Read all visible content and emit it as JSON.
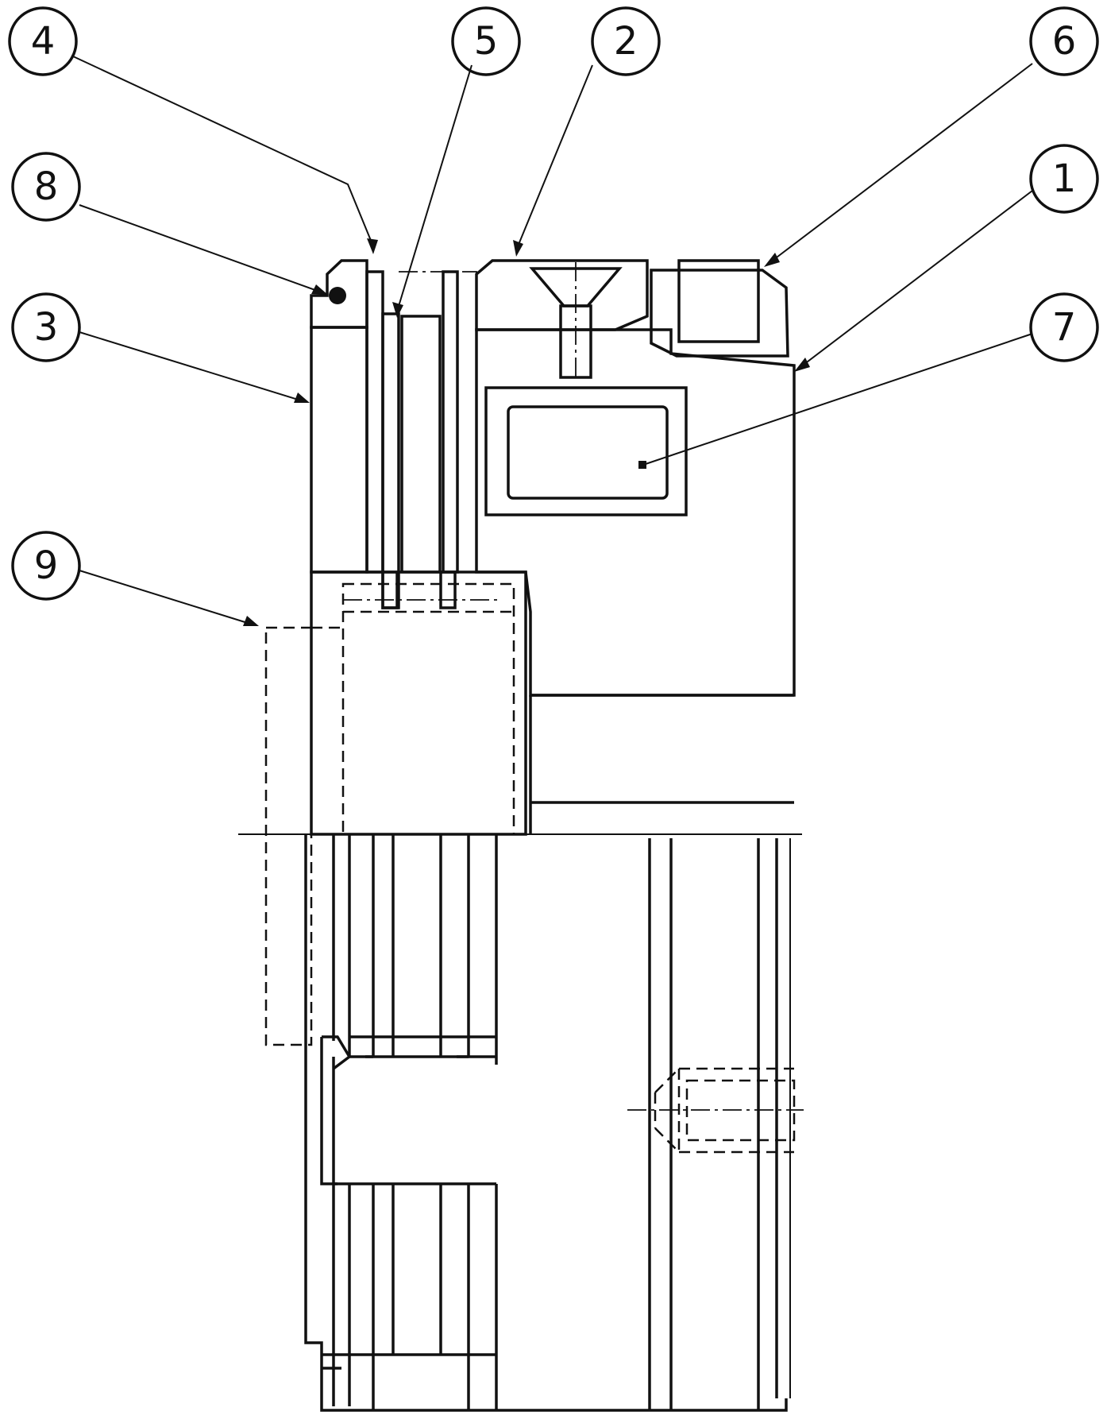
{
  "callouts": [
    {
      "id": "4",
      "label": "4"
    },
    {
      "id": "5",
      "label": "5"
    },
    {
      "id": "2",
      "label": "2"
    },
    {
      "id": "6",
      "label": "6"
    },
    {
      "id": "8",
      "label": "8"
    },
    {
      "id": "1",
      "label": "1"
    },
    {
      "id": "3",
      "label": "3"
    },
    {
      "id": "7",
      "label": "7"
    },
    {
      "id": "9",
      "label": "9"
    }
  ],
  "colors": {
    "ink": "#111111",
    "paper": "#ffffff"
  }
}
